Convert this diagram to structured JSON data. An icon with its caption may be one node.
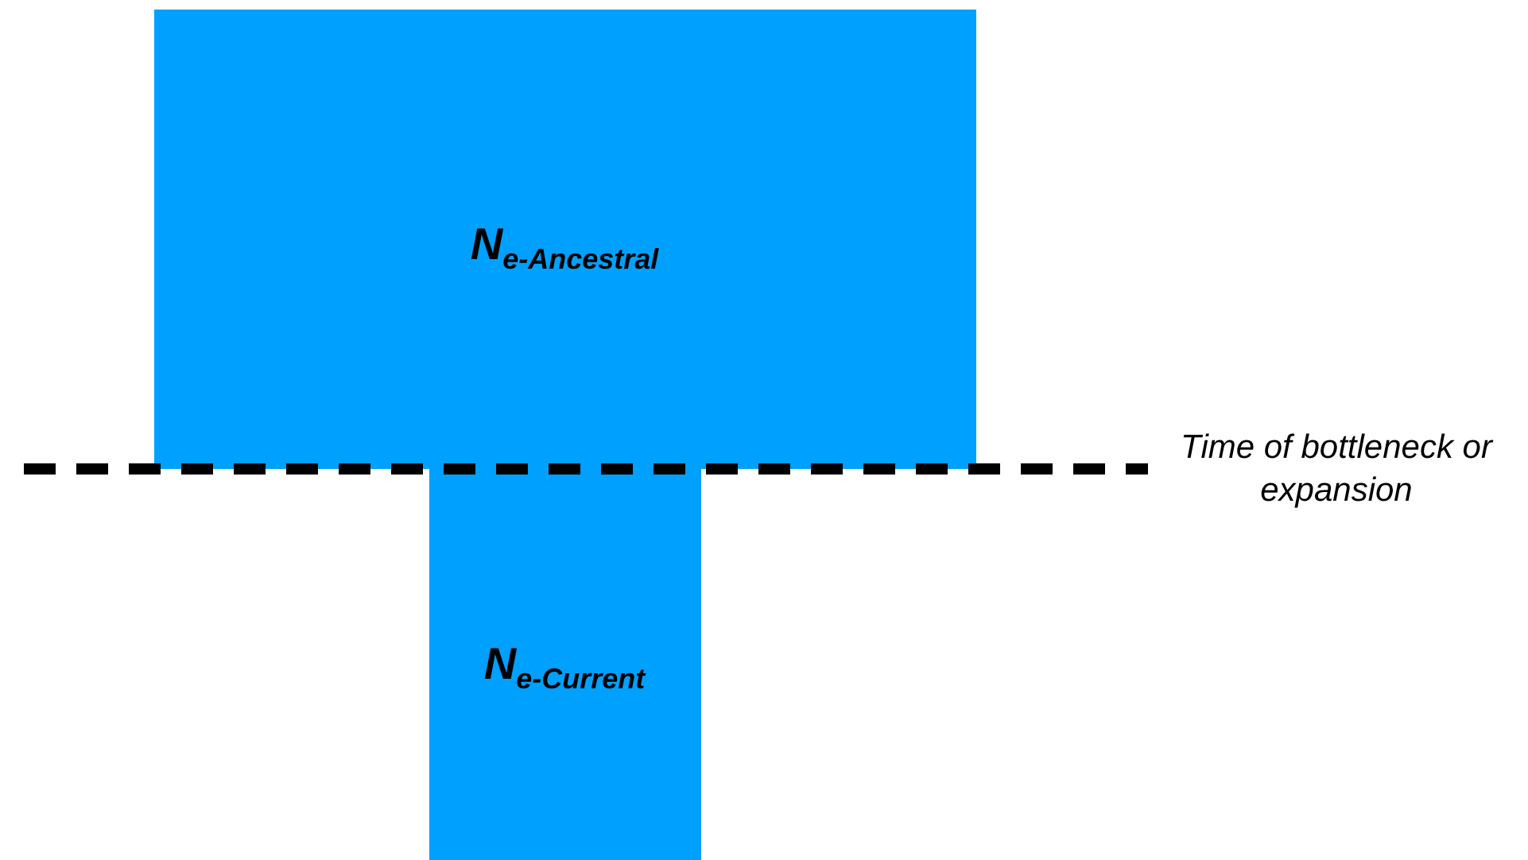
{
  "diagram": {
    "nodes": [
      {
        "text": [
          "N$_{e-Ancestral}$"
        ]
      },
      {
        "text": [
          "N$_{e-Current}$"
        ]
      }
    ],
    "labels": [
      "Time of bottleneck or expansion"
    ]
  }
}
